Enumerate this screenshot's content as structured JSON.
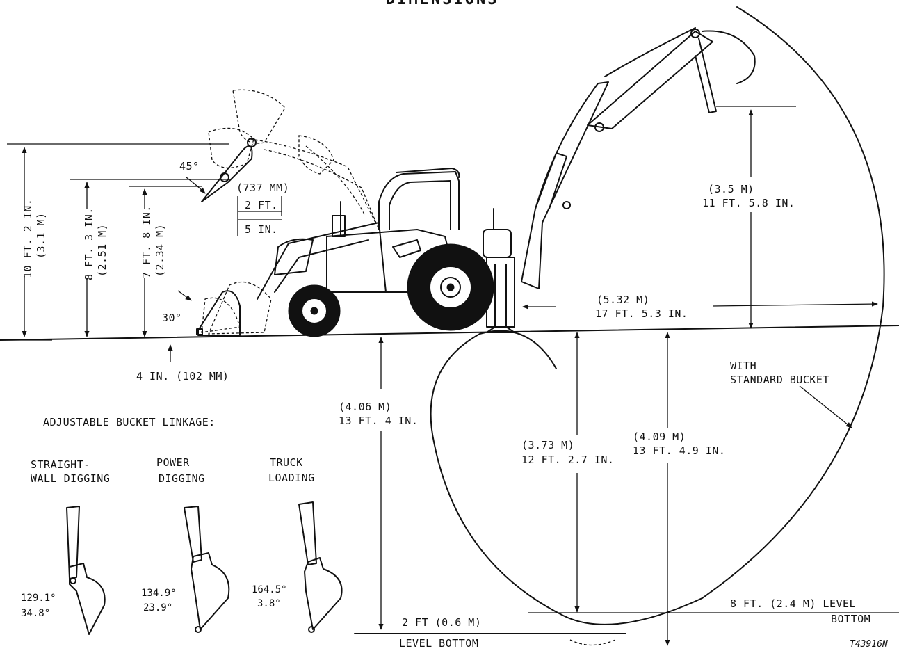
{
  "header": {
    "title_partial": "DIMENSIONS"
  },
  "figure_code": "T43916N",
  "loader": {
    "height_pin": "10 FT. 2 IN.",
    "height_pin_metric": "(3.1 M)",
    "height_dump": "8 FT. 3 IN.",
    "height_dump_metric": "(2.51 M)",
    "height_clear": "7 FT. 8 IN.",
    "height_clear_metric": "(2.34 M)",
    "reach_metric": "(737 MM)",
    "reach_ft": "2 FT.",
    "reach_in": "5 IN.",
    "dump_angle": "45°",
    "rollback_angle": "30°",
    "dig_depth": "4 IN. (102 MM)"
  },
  "backhoe": {
    "load_height_metric": "(3.5 M)",
    "load_height": "11 FT. 5.8 IN.",
    "reach_metric": "(5.32 M)",
    "reach": "17 FT. 5.3 IN.",
    "depth_2ft_metric": "(4.06 M)",
    "depth_2ft": "13 FT. 4 IN.",
    "depth_8ft_metric": "(3.73 M)",
    "depth_8ft": "12 FT. 2.7 IN.",
    "depth_max_metric": "(4.09 M)",
    "depth_max": "13 FT. 4.9 IN.",
    "bucket_note_1": "WITH",
    "bucket_note_2": "STANDARD BUCKET",
    "level_8ft": "8 FT. (2.4 M) LEVEL",
    "level_8ft_2": "BOTTOM",
    "level_2ft": "2 FT (0.6 M)",
    "level_2ft_2": "LEVEL BOTTOM"
  },
  "linkage": {
    "title": "ADJUSTABLE BUCKET LINKAGE:",
    "modes": [
      {
        "line1": "STRAIGHT-",
        "line2": "WALL DIGGING",
        "angle_a": "129.1°",
        "angle_b": "34.8°"
      },
      {
        "line1": "POWER",
        "line2": "DIGGING",
        "angle_a": "134.9°",
        "angle_b": "23.9°"
      },
      {
        "line1": "TRUCK",
        "line2": "LOADING",
        "angle_a": "164.5°",
        "angle_b": "3.8°"
      }
    ]
  }
}
